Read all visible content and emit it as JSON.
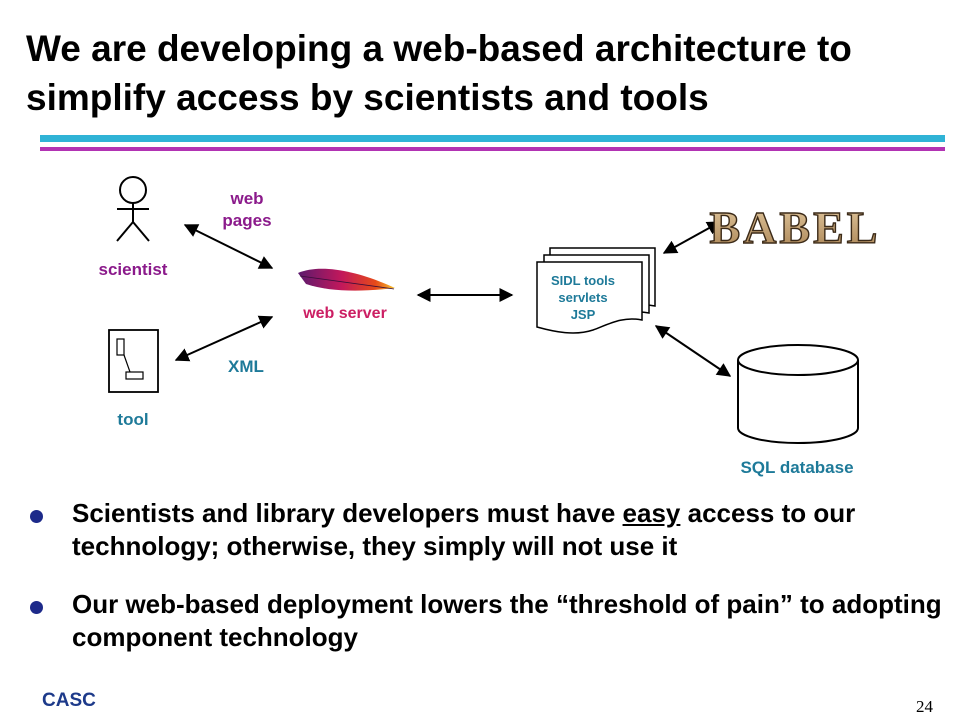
{
  "slide": {
    "title": "We are developing a web-based architecture to simplify access by scientists and tools",
    "footer": "CASC",
    "page_number": "24"
  },
  "diagram": {
    "scientist_label": "scientist",
    "tool_label": "tool",
    "web_pages_label_line1": "web",
    "web_pages_label_line2": "pages",
    "xml_label": "XML",
    "web_server_label": "web server",
    "servlets_line1": "SIDL tools",
    "servlets_line2": "servlets",
    "servlets_line3": "JSP",
    "babel_logo_text": "BABEL",
    "database_label": "SQL database"
  },
  "colors": {
    "purple": "#8b1a8b",
    "teal": "#1e7a99",
    "magenta": "#cc1e63",
    "navy": "#1d2a8a"
  },
  "bullets": [
    {
      "before": "Scientists and library developers must have ",
      "emphasis": "easy",
      "after": " access to our technology; otherwise, they simply will not use it"
    },
    {
      "text": "Our web-based deployment lowers the “threshold of pain” to adopting component technology"
    }
  ]
}
